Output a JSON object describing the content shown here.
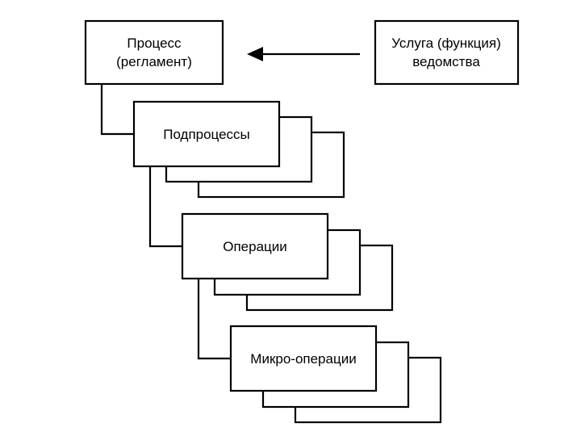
{
  "diagram": {
    "process": {
      "line1": "Процесс",
      "line2": "(регламент)"
    },
    "service": {
      "line1": "Услуга (функция)",
      "line2": "ведомства"
    },
    "subprocesses": {
      "label": "Подпроцессы"
    },
    "operations": {
      "label": "Операции"
    },
    "micro_operations": {
      "label": "Микро-операции"
    }
  }
}
